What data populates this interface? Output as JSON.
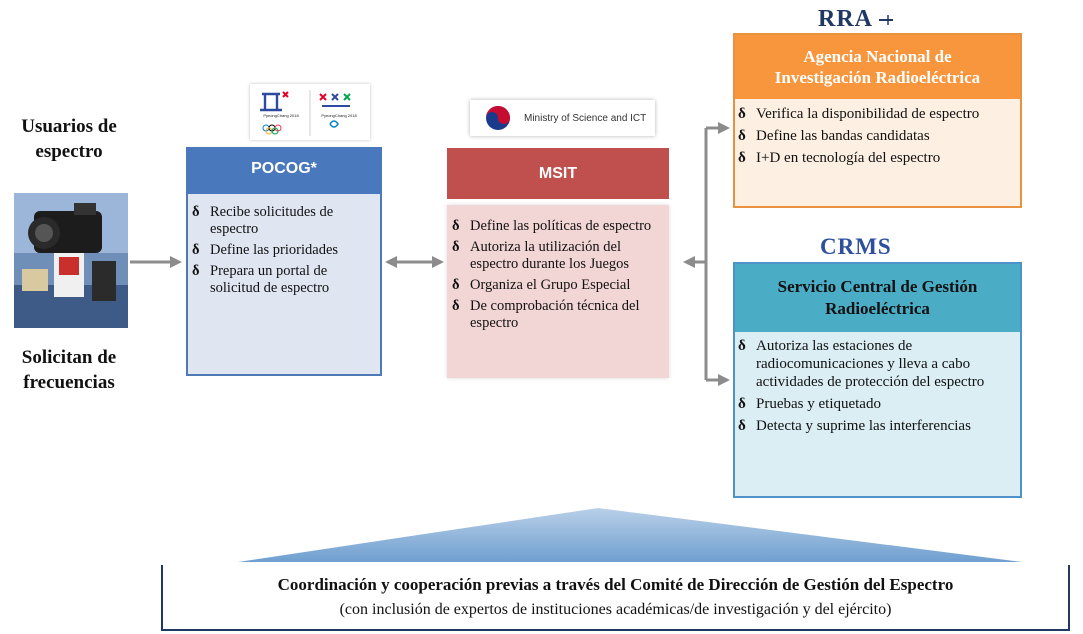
{
  "users": {
    "top_label_line1": "Usuarios de",
    "top_label_line2": "espectro",
    "bottom_label_line1": "Solicitan de",
    "bottom_label_line2": "frecuencias"
  },
  "pocog": {
    "title": "POCOG*",
    "items": [
      "Recibe solicitudes de espectro",
      "Define las prioridades",
      "Prepara un portal de solicitud de espectro"
    ],
    "logo_text_1": "PyeongChang 2018",
    "logo_text_2": "PyeongChang 2018"
  },
  "msit": {
    "logo_text": "Ministry of Science and ICT",
    "title": "MSIT",
    "items": [
      "Define las políticas de espectro",
      "Autoriza la utilización del espectro durante los Juegos",
      "Organiza el Grupo Especial",
      "De comprobación técnica del espectro"
    ]
  },
  "rra": {
    "logo": "RRA",
    "title_line1": "Agencia Nacional de",
    "title_line2": "Investigación Radioeléctrica",
    "items": [
      "Verifica la disponibilidad de espectro",
      "Define las bandas candidatas",
      "I+D en tecnología del espectro"
    ]
  },
  "crms": {
    "logo": "CRMS",
    "title_line1": "Servicio Central de Gestión",
    "title_line2": "Radioeléctrica",
    "items": [
      "Autoriza las estaciones de radiocomunicaciones y lleva a cabo actividades de protección del espectro",
      "Pruebas y etiquetado",
      "Detecta y suprime las interferencias"
    ]
  },
  "bullet_symbol": "δ",
  "bottom": {
    "title": "Coordinación y cooperación previas a través del Comité de Dirección de Gestión del Espectro",
    "subtitle": "(con inclusión de expertos de instituciones académicas/de investigación y del ejército)"
  },
  "colors": {
    "pocog_header": "#4a78bd",
    "pocog_body": "#dfe6f2",
    "msit_header": "#c0504d",
    "msit_body": "#f2d6d5",
    "rra_header": "#f7963d",
    "rra_body": "#fdf0e3",
    "crms_header": "#4bacc6",
    "crms_body": "#dbeef4",
    "connector": "#8c8c8c",
    "trapezoid": "#8fb4d9"
  }
}
